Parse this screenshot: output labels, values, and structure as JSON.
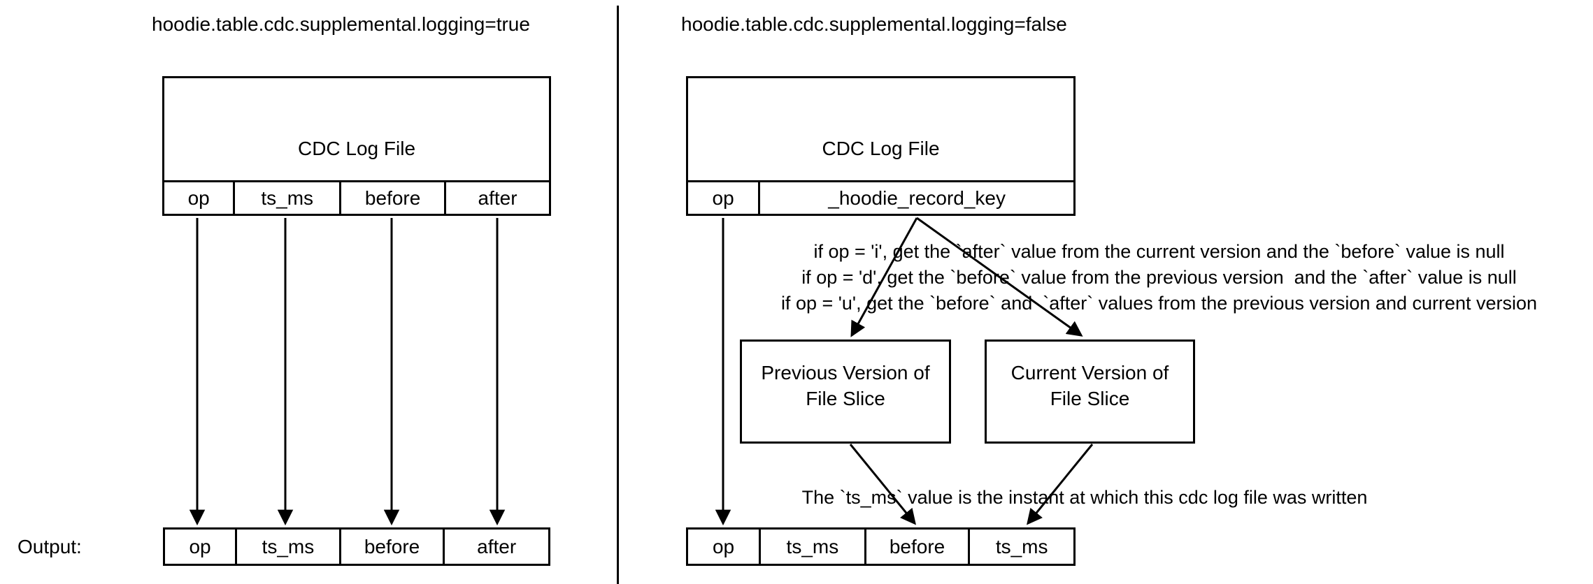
{
  "left_panel": {
    "title": "hoodie.table.cdc.supplemental.logging=true",
    "log_file_title": "CDC Log File",
    "log_columns": [
      "op",
      "ts_ms",
      "before",
      "after"
    ],
    "output_label": "Output:",
    "output_columns": [
      "op",
      "ts_ms",
      "before",
      "after"
    ]
  },
  "right_panel": {
    "title": "hoodie.table.cdc.supplemental.logging=false",
    "log_file_title": "CDC Log File",
    "log_columns": [
      "op",
      "_hoodie_record_key"
    ],
    "conditions": [
      "if op = 'i', get the `after` value from the current version and the `before` value is null",
      "if op = 'd', get the `before` value from the previous version  and the `after` value is null",
      "if op = 'u', get the `before` and  `after` values from the previous version and current version"
    ],
    "previous_version_box": "Previous Version of\nFile Slice",
    "current_version_box": "Current Version of\nFile Slice",
    "ts_ms_note": "The `ts_ms` value is the instant at which this cdc log file was written",
    "output_columns": [
      "op",
      "ts_ms",
      "before",
      "ts_ms"
    ]
  },
  "colors": {
    "background": "#ffffff",
    "line": "#000000",
    "text": "#000000"
  }
}
